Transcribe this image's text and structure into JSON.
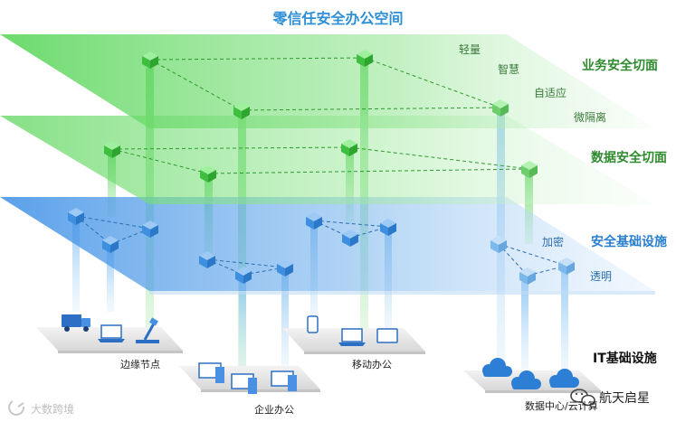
{
  "title": "零信任安全办公空间",
  "layers": {
    "business": "业务安全切面",
    "data": "数据安全切面",
    "infrastructure": "安全基础设施",
    "it": "IT基础设施"
  },
  "business_features": [
    "轻量",
    "智慧",
    "自适应",
    "微隔离"
  ],
  "infra_features": [
    "加密",
    "透明"
  ],
  "it_groups": {
    "edge": "边缘节点",
    "enterprise": "企业办公",
    "mobile": "移动办公",
    "datacenter": "数据中心/云计算"
  },
  "watermark_left": "大数跨境",
  "brand": "航天启星",
  "colors": {
    "green_layer": "#5cd65c",
    "blue_layer": "#4a9be8",
    "green_text": "#2e8b2e",
    "blue_text": "#2a7fd0",
    "title": "#2f8fd6"
  }
}
